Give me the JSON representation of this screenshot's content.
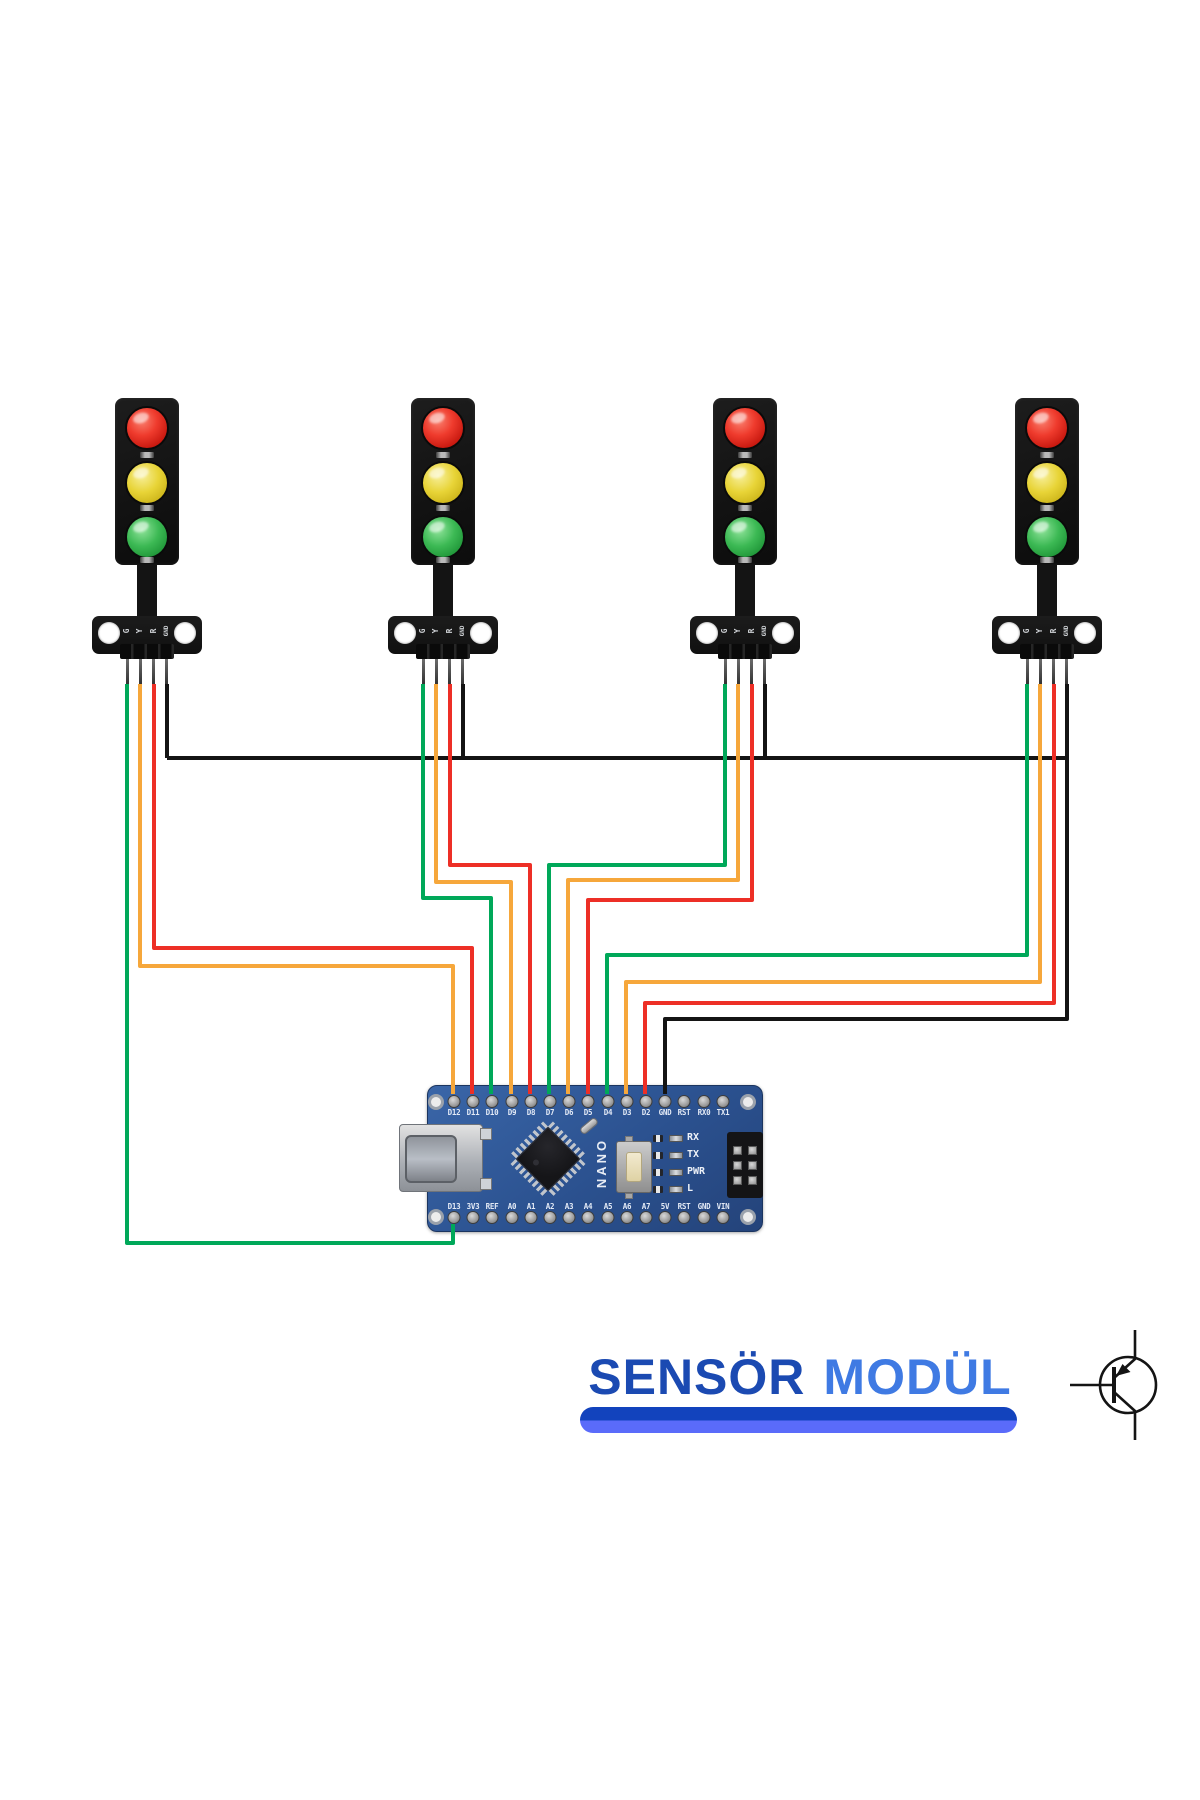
{
  "traffic_lights": [
    {
      "id": 1,
      "pins": [
        "G",
        "Y",
        "R",
        "GND"
      ]
    },
    {
      "id": 2,
      "pins": [
        "G",
        "Y",
        "R",
        "GND"
      ]
    },
    {
      "id": 3,
      "pins": [
        "G",
        "Y",
        "R",
        "GND"
      ]
    },
    {
      "id": 4,
      "pins": [
        "G",
        "Y",
        "R",
        "GND"
      ]
    }
  ],
  "arduino": {
    "name_label": "NANO",
    "top_pins": [
      "D12",
      "D11",
      "D10",
      "D9",
      "D8",
      "D7",
      "D6",
      "D5",
      "D4",
      "D3",
      "D2",
      "GND",
      "RST",
      "RX0",
      "TX1"
    ],
    "bottom_pins": [
      "D13",
      "3V3",
      "REF",
      "A0",
      "A1",
      "A2",
      "A3",
      "A4",
      "A5",
      "A6",
      "A7",
      "5V",
      "RST",
      "GND",
      "VIN"
    ],
    "status_leds": [
      "RX",
      "TX",
      "PWR",
      "L"
    ]
  },
  "connections": [
    {
      "light": 1,
      "led": "G",
      "arduino_pin": "D13",
      "wire_color": "green"
    },
    {
      "light": 1,
      "led": "Y",
      "arduino_pin": "D12",
      "wire_color": "orange"
    },
    {
      "light": 1,
      "led": "R",
      "arduino_pin": "D11",
      "wire_color": "red"
    },
    {
      "light": 2,
      "led": "G",
      "arduino_pin": "D10",
      "wire_color": "green"
    },
    {
      "light": 2,
      "led": "Y",
      "arduino_pin": "D9",
      "wire_color": "orange"
    },
    {
      "light": 2,
      "led": "R",
      "arduino_pin": "D8",
      "wire_color": "red"
    },
    {
      "light": 3,
      "led": "G",
      "arduino_pin": "D7",
      "wire_color": "green"
    },
    {
      "light": 3,
      "led": "Y",
      "arduino_pin": "D6",
      "wire_color": "orange"
    },
    {
      "light": 3,
      "led": "R",
      "arduino_pin": "D5",
      "wire_color": "red"
    },
    {
      "light": 4,
      "led": "G",
      "arduino_pin": "D4",
      "wire_color": "green"
    },
    {
      "light": 4,
      "led": "Y",
      "arduino_pin": "D3",
      "wire_color": "orange"
    },
    {
      "light": 4,
      "led": "R",
      "arduino_pin": "D2",
      "wire_color": "red"
    },
    {
      "light": "all",
      "led": "GND",
      "arduino_pin": "GND",
      "wire_color": "black"
    }
  ],
  "colors": {
    "green": "#00a859",
    "orange": "#f6a73b",
    "red": "#ed2f26",
    "black": "#141414",
    "board_blue": "#2b518f",
    "logo_dark_blue": "#1b4ab2",
    "logo_light_blue": "#3f7ae3",
    "bar_top": "#1243bd",
    "bar_bottom": "#5a6bfa"
  },
  "logo": {
    "word1": "SENSÖR",
    "word2": "MODÜL"
  }
}
